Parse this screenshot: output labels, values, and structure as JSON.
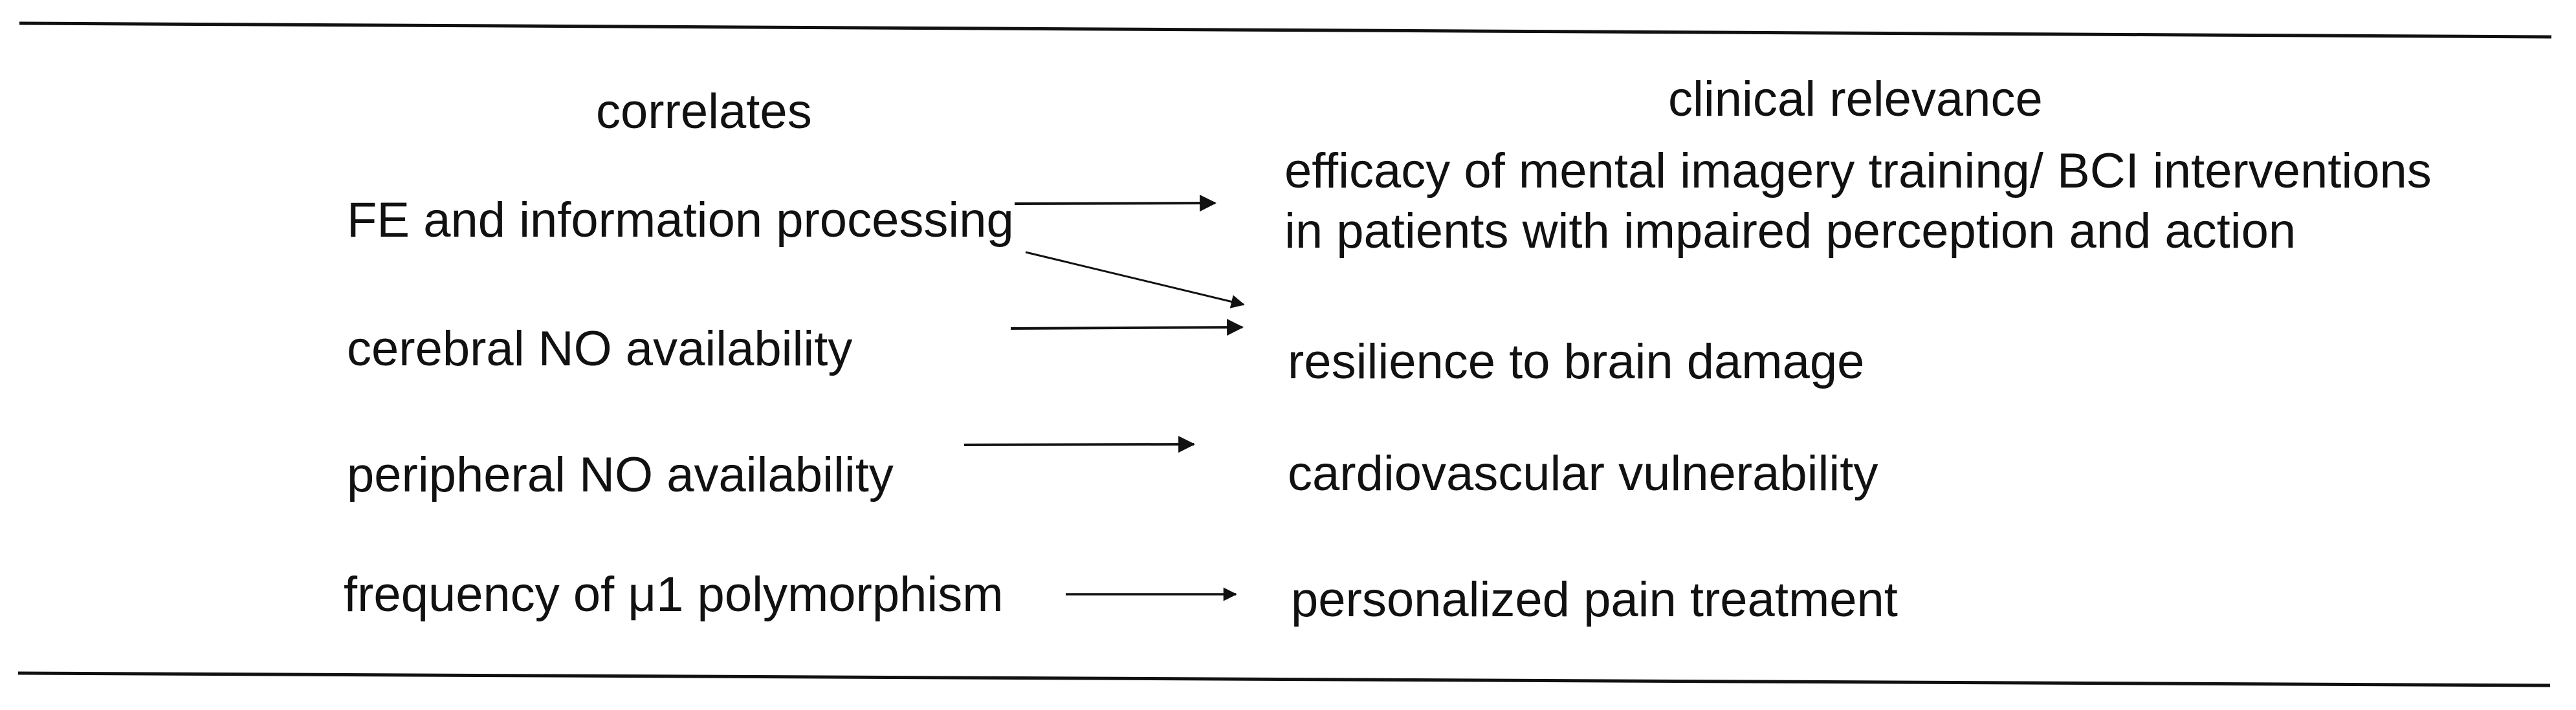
{
  "figure": {
    "left_header": "correlates",
    "right_header": "clinical relevance",
    "rows": [
      {
        "correlate": "FE and information processing",
        "relevance": "efficacy of mental imagery training/ BCI interventions\nin patients with impaired perception and action"
      },
      {
        "correlate": "cerebral NO availability",
        "relevance": "resilience to brain damage"
      },
      {
        "correlate": "peripheral NO availability",
        "relevance": "cardiovascular vulnerability"
      },
      {
        "correlate": "frequency of μ1 polymorphism",
        "relevance": "personalized pain treatment"
      }
    ],
    "connections": [
      {
        "from": "FE and information processing",
        "to": "efficacy of mental imagery training/ BCI interventions in patients with impaired perception and action"
      },
      {
        "from": "FE and information processing",
        "to": "resilience to brain damage"
      },
      {
        "from": "cerebral NO availability",
        "to": "resilience to brain damage"
      },
      {
        "from": "peripheral NO availability",
        "to": "cardiovascular vulnerability"
      },
      {
        "from": "frequency of μ1 polymorphism",
        "to": "personalized pain treatment"
      }
    ],
    "colors": {
      "text": "#111111",
      "line": "#111111",
      "background": "#ffffff"
    }
  }
}
